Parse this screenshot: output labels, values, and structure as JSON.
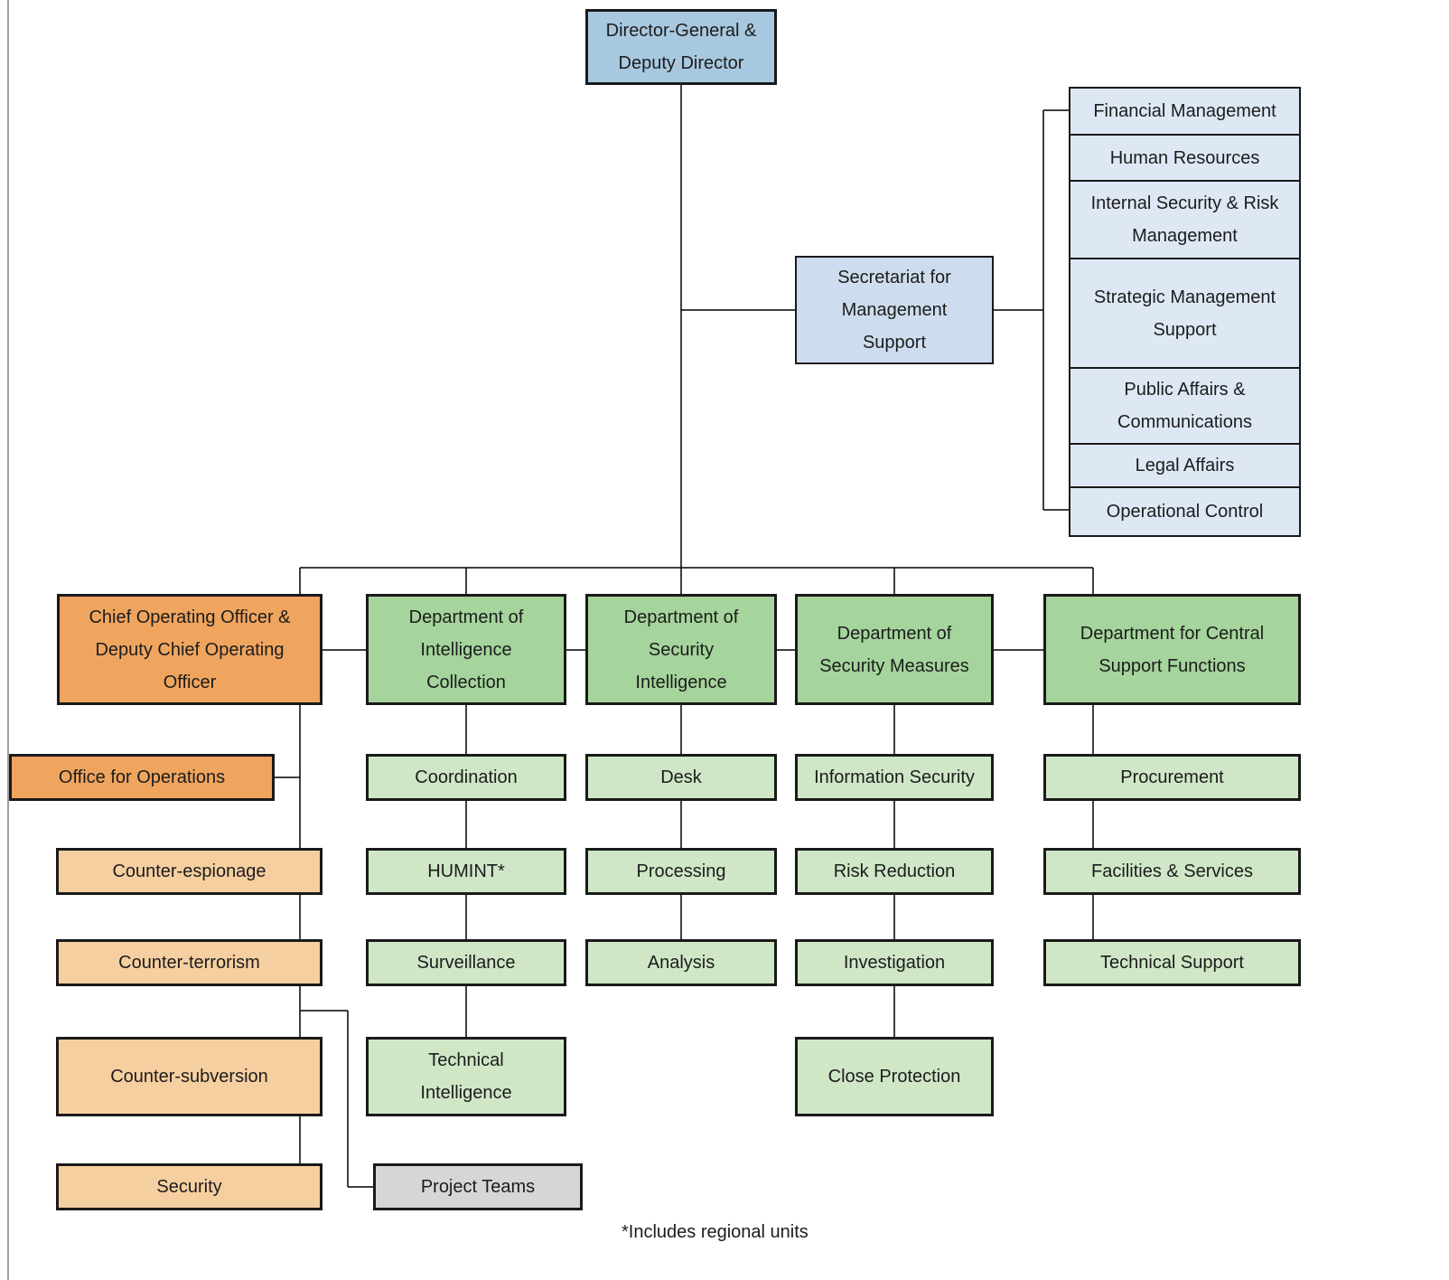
{
  "palette": {
    "blue_dark": "#a8c8e0",
    "blue_mid": "#cddcee",
    "blue_light": "#dee8f5",
    "green_dark": "#a5d49c",
    "green_light": "#cfe7c6",
    "orange_dark": "#f0a55f",
    "orange_light": "#f6cfa0",
    "gray_fill": "#d6d6d6",
    "border": "#1a1a1a",
    "line": "#000000",
    "text": "#1c1c1c",
    "edge_line": "#a0a0a0"
  },
  "footnote": "*Includes regional units",
  "chart": {
    "root": {
      "label": [
        "Director-General &",
        "Deputy Director"
      ]
    },
    "secretariat": {
      "label": [
        "Secretariat for",
        "Management",
        "Support"
      ],
      "units": [
        {
          "label": "Financial Management"
        },
        {
          "label": "Human Resources"
        },
        {
          "label": [
            "Internal Security & Risk",
            "Management"
          ]
        },
        {
          "label": [
            "Strategic Management",
            "Support"
          ]
        },
        {
          "label": [
            "Public Affairs &",
            "Communications"
          ]
        },
        {
          "label": "Legal Affairs"
        },
        {
          "label": "Operational Control"
        }
      ]
    },
    "columns": [
      {
        "head": {
          "label": [
            "Chief Operating Officer &",
            "Deputy Chief Operating",
            "Officer"
          ]
        },
        "children": [
          {
            "label": "Office for Operations"
          },
          {
            "label": "Counter-espionage"
          },
          {
            "label": "Counter-terrorism"
          },
          {
            "label": "Counter-subversion"
          },
          {
            "label": "Security"
          }
        ]
      },
      {
        "head": {
          "label": [
            "Department of",
            "Intelligence",
            "Collection"
          ]
        },
        "children": [
          {
            "label": "Coordination"
          },
          {
            "label": "HUMINT*"
          },
          {
            "label": "Surveillance"
          },
          {
            "label": [
              "Technical",
              "Intelligence"
            ]
          }
        ]
      },
      {
        "head": {
          "label": [
            "Department of",
            "Security",
            "Intelligence"
          ]
        },
        "children": [
          {
            "label": "Desk"
          },
          {
            "label": "Processing"
          },
          {
            "label": "Analysis"
          }
        ]
      },
      {
        "head": {
          "label": [
            "Department of",
            "Security Measures"
          ]
        },
        "children": [
          {
            "label": "Information Security"
          },
          {
            "label": "Risk Reduction"
          },
          {
            "label": "Investigation"
          },
          {
            "label": "Close Protection"
          }
        ]
      },
      {
        "head": {
          "label": [
            "Department for Central",
            "Support Functions"
          ]
        },
        "children": [
          {
            "label": "Procurement"
          },
          {
            "label": "Facilities & Services"
          },
          {
            "label": "Technical Support"
          }
        ]
      }
    ],
    "project_teams": {
      "label": "Project Teams"
    }
  }
}
